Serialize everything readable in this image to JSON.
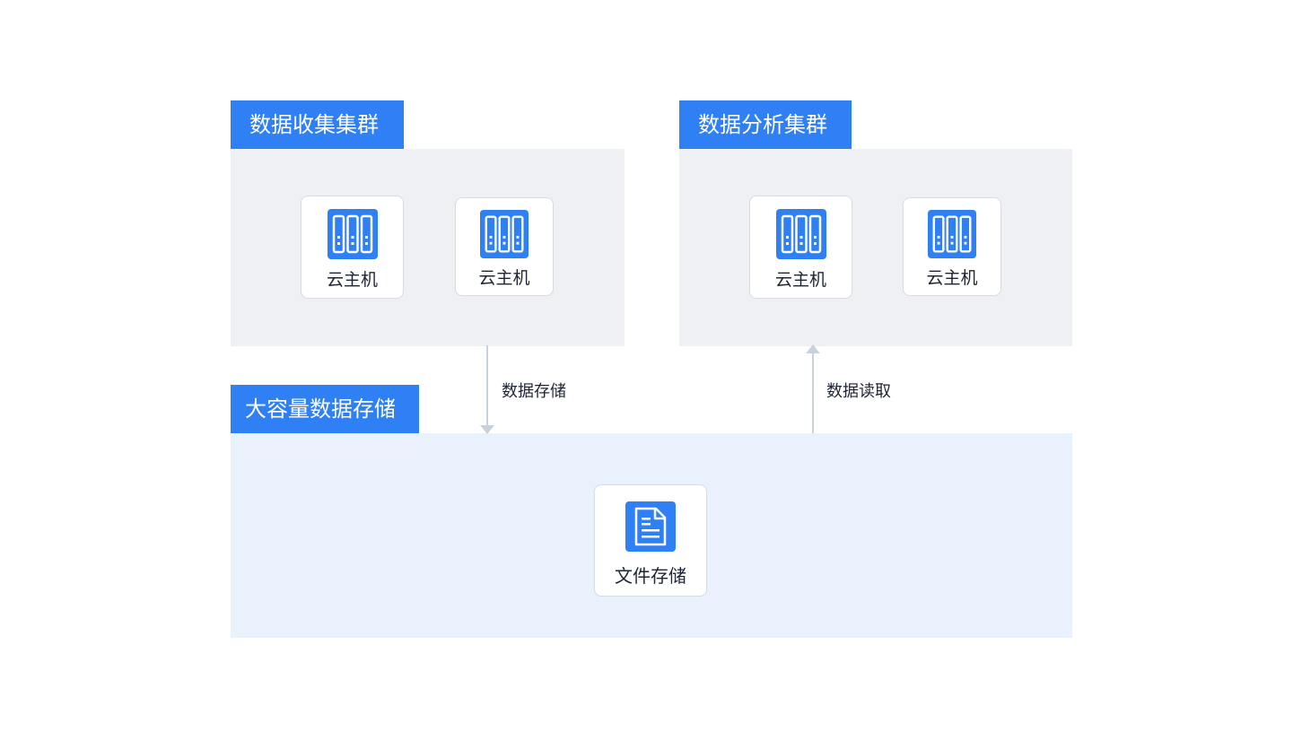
{
  "diagram": {
    "collection_cluster": {
      "title": "数据收集集群",
      "nodes": [
        {
          "label": "云主机",
          "icon": "server-icon"
        },
        {
          "label": "云主机",
          "icon": "server-icon"
        }
      ]
    },
    "analysis_cluster": {
      "title": "数据分析集群",
      "nodes": [
        {
          "label": "云主机",
          "icon": "server-icon"
        },
        {
          "label": "云主机",
          "icon": "server-icon"
        }
      ]
    },
    "storage": {
      "title": "大容量数据存储",
      "node": {
        "label": "文件存储",
        "icon": "document-icon"
      }
    },
    "edges": [
      {
        "from": "collection_cluster",
        "to": "storage",
        "label": "数据存储"
      },
      {
        "from": "storage",
        "to": "analysis_cluster",
        "label": "数据读取"
      }
    ]
  },
  "colors": {
    "accent": "#2f7ff5",
    "cluster_bg": "#eef0f4",
    "storage_bg": "#e9f1fd",
    "arrow": "#c9d1dd",
    "text": "#1e2433"
  }
}
